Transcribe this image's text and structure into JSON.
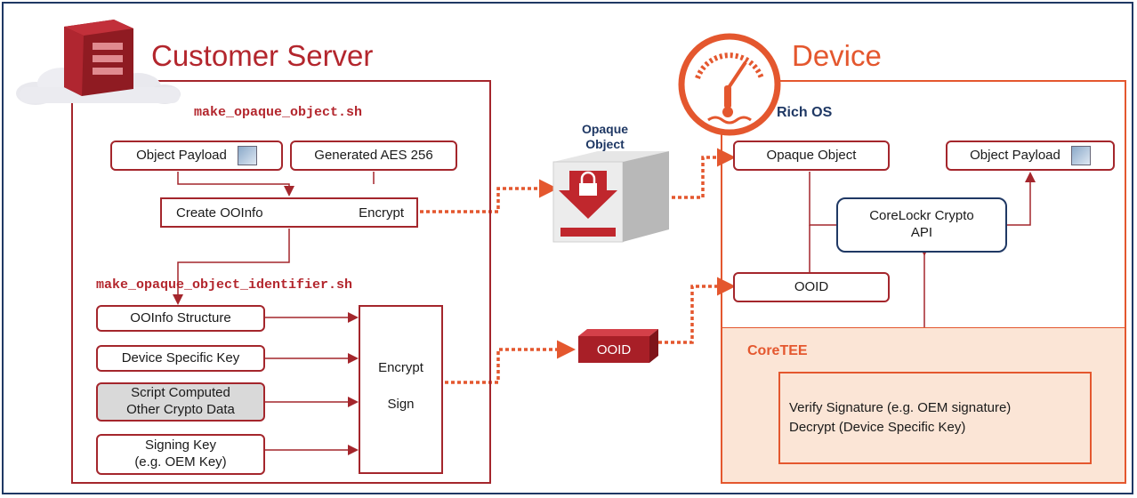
{
  "server": {
    "title": "Customer Server",
    "script1": "make_opaque_object.sh",
    "object_payload": "Object Payload",
    "generated_aes": "Generated AES 256",
    "create_ooinfo": "Create OOInfo",
    "encrypt": "Encrypt",
    "script2": "make_opaque_object_identifier.sh",
    "ooinfo_structure": "OOInfo Structure",
    "device_specific_key": "Device Specific Key",
    "script_computed_line1": "Script Computed",
    "script_computed_line2": "Other Crypto Data",
    "signing_key_line1": "Signing Key",
    "signing_key_line2": "(e.g. OEM Key)",
    "encrypt_sign_line1": "Encrypt",
    "encrypt_sign_line2": "Sign"
  },
  "middle": {
    "opaque_label_line1": "Opaque",
    "opaque_label_line2": "Object",
    "ooid_chip": "OOID"
  },
  "device": {
    "title": "Device",
    "rich_os": "Rich OS",
    "opaque_object": "Opaque Object",
    "object_payload": "Object Payload",
    "crypto_api_line1": "CoreLockr Crypto",
    "crypto_api_line2": "API",
    "ooid": "OOID",
    "coretee": "CoreTEE",
    "verify_line1": "Verify Signature (e.g. OEM signature)",
    "verify_line2": "Decrypt (Device Specific Key)"
  },
  "colors": {
    "server_red": "#a4262c",
    "device_orange": "#e4572e",
    "tee_fill": "#fbe5d6",
    "api_blue": "#1f3864"
  }
}
